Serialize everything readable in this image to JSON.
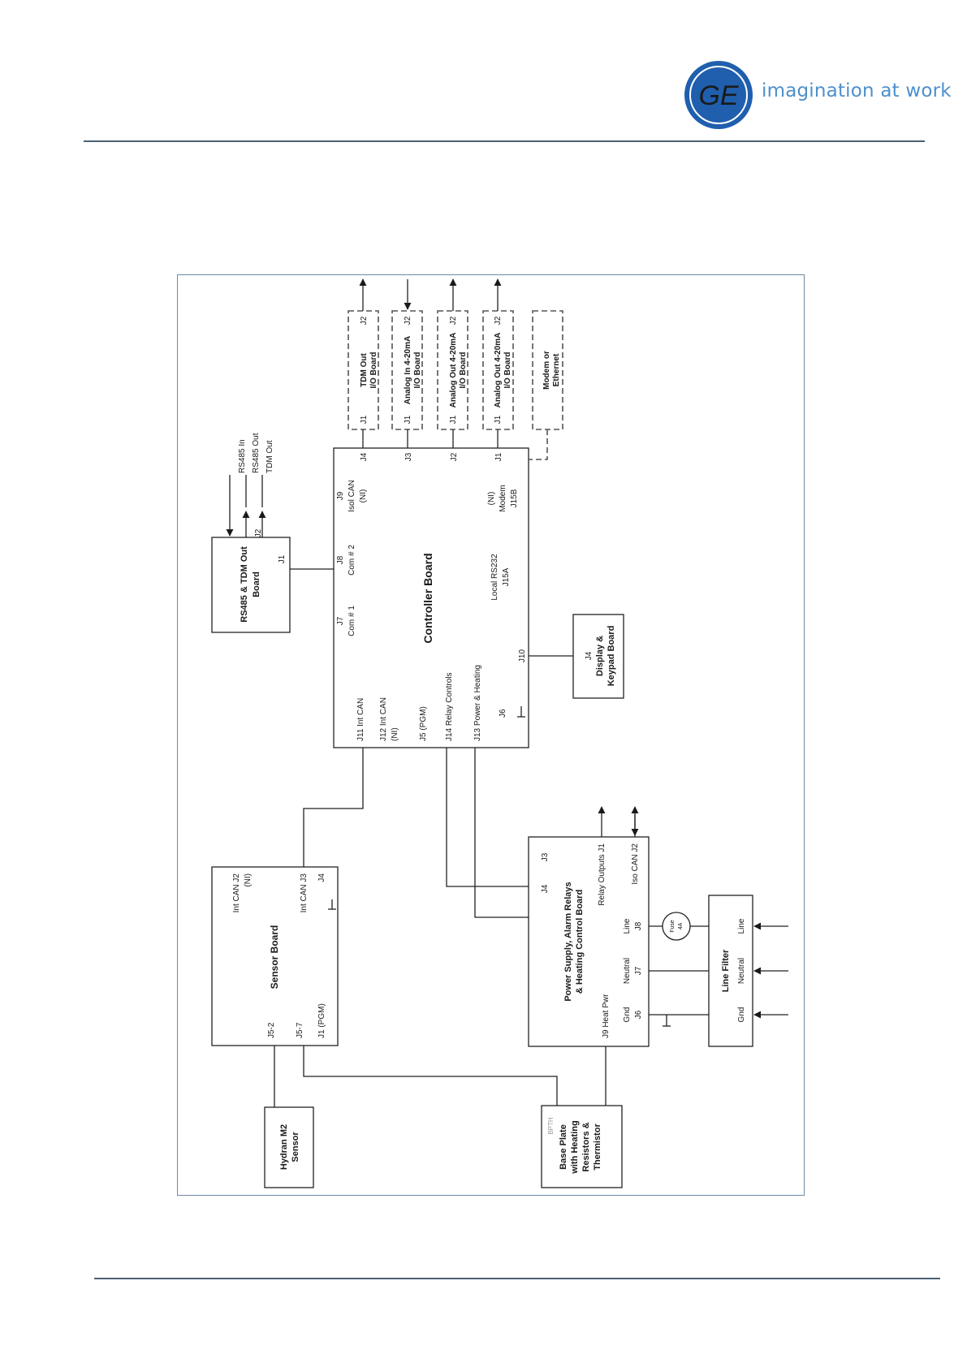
{
  "header": {
    "tagline": "imagination at work",
    "logo_letters": "GE",
    "brand_color": "#1f5fae",
    "tagline_color": "#4d8fcc"
  },
  "diagram": {
    "controller": {
      "title": "Controller Board",
      "labels": {
        "j11": "J11 Int CAN",
        "j12": "J12 Int CAN",
        "j12_ni": "(NI)",
        "j5": "J5 (PGM)",
        "j14": "J14 Relay Controls",
        "j13": "J13 Power & Heating",
        "j6": "J6",
        "j7": "J7",
        "com1": "Com # 1",
        "j8": "J8",
        "com2": "Com # 2",
        "j9": "J9",
        "isol": "Isol CAN",
        "isol_ni": "(NI)",
        "rs232": "Local RS232",
        "j15a": "J15A",
        "modem_ni": "(NI)",
        "modem": "Modem",
        "j15b": "J15B",
        "j10": "J10",
        "j4": "J4",
        "j3": "J3",
        "j2": "J2",
        "j1": "J1"
      }
    },
    "rs485": {
      "title1": "RS485 & TDM Out",
      "title2": "Board",
      "j1": "J1",
      "j2": "J2",
      "in": "RS485 In",
      "out": "RS485 Out",
      "tdm": "TDM Out"
    },
    "io": {
      "tdm": {
        "l1": "TDM Out",
        "l2": "I/O Board",
        "j1": "J1",
        "j2": "J2"
      },
      "ain": {
        "l1": "Analog In 4-20mA",
        "l2": "I/O Board",
        "j1": "J1",
        "j2": "J2"
      },
      "aout1": {
        "l1": "Analog Out 4-20mA",
        "l2": "I/O Board",
        "j1": "J1",
        "j2": "J2"
      },
      "aout2": {
        "l1": "Analog Out 4-20mA",
        "l2": "I/O Board",
        "j1": "J1",
        "j2": "J2"
      },
      "modem": {
        "l1": "Modem or",
        "l2": "Ethernet"
      }
    },
    "display": {
      "j4": "J4",
      "l1": "Display &",
      "l2": "Keypad Board"
    },
    "sensor": {
      "title": "Sensor Board",
      "j2": "Int CAN J2",
      "j2_ni": "(NI)",
      "j3": "Int CAN J3",
      "j4": "J4",
      "j52": "J5-2",
      "j57": "J5-7",
      "j1": "J1 (PGM)"
    },
    "hydran": {
      "l1": "Hydran M2",
      "l2": "Sensor"
    },
    "power": {
      "l1": "Power Supply, Alarm Relays",
      "l2": "& Heating Control Board",
      "j3": "J3",
      "j4": "J4",
      "relay": "Relay Outputs J1",
      "iso": "Iso CAN J2",
      "j9": "J9 Heat Pwr",
      "gnd": "Gnd",
      "j6": "J6",
      "neutral": "Neutral",
      "j7": "J7",
      "line": "Line",
      "j8": "J8"
    },
    "fuse": {
      "l1": "Fuse",
      "l2": "4A"
    },
    "filter": {
      "title": "Line Filter",
      "gnd": "Gnd",
      "neutral": "Neutral",
      "line": "Line"
    },
    "baseplate": {
      "code": "BPTH",
      "l1": "Base Plate",
      "l2": "with Heating",
      "l3": "Resistors &",
      "l4": "Thermistor"
    }
  }
}
